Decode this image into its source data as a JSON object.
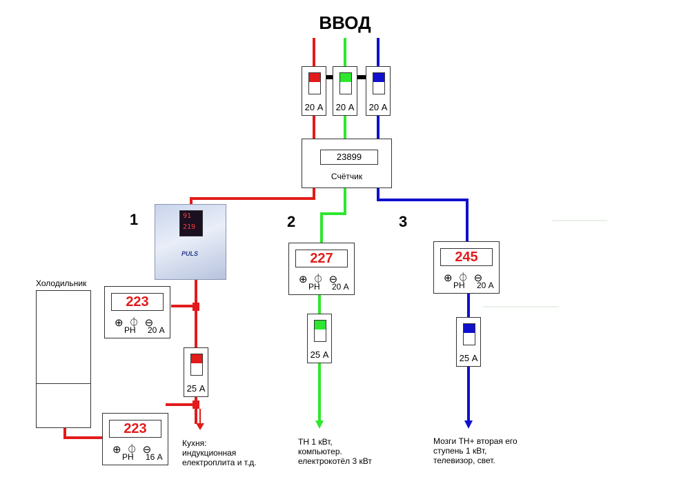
{
  "title": "ВВОД",
  "input_breakers": [
    {
      "rating": "20 А",
      "color": "#e21b1b"
    },
    {
      "rating": "20 А",
      "color": "#2ee62e"
    },
    {
      "rating": "20 А",
      "color": "#1010cc"
    }
  ],
  "meter": {
    "reading": "23899",
    "label": "Счётчик"
  },
  "branch_numbers": [
    "1",
    "2",
    "3"
  ],
  "stabilizer": {
    "display_top": "91",
    "display_bottom": "219",
    "logo": "PULS"
  },
  "relays": [
    {
      "value": "227",
      "mode": "РН",
      "amps": "20 А",
      "buttons": "⊕⏀⊖"
    },
    {
      "value": "245",
      "mode": "РН",
      "amps": "20 А",
      "buttons": "⊕⏀⊖"
    },
    {
      "value": "223",
      "mode": "РН",
      "amps": "20 А",
      "buttons": "⊕⏀⊖"
    },
    {
      "value": "223",
      "mode": "РН",
      "amps": "16 А",
      "buttons": "⊕⏀⊖"
    }
  ],
  "branch_breakers": [
    {
      "rating": "25 А",
      "color": "#e21b1b"
    },
    {
      "rating": "25 А",
      "color": "#2ee62e"
    },
    {
      "rating": "25 А",
      "color": "#1010cc"
    }
  ],
  "fridge_label": "Холодильник",
  "loads": {
    "kitchen": [
      "Кухня:",
      "индукционная",
      "електроплита и т.д."
    ],
    "branch2": [
      "ТН 1 кВт,",
      "компьютер.",
      "електрокотёл 3 кВт"
    ],
    "branch3": [
      "Мозги ТН+ вторая его",
      "ступень 1 кВт,",
      "телевизор, свет."
    ]
  },
  "colors": {
    "phase_red": "#e21b1b",
    "phase_green": "#2ee62e",
    "phase_blue": "#1010cc"
  }
}
